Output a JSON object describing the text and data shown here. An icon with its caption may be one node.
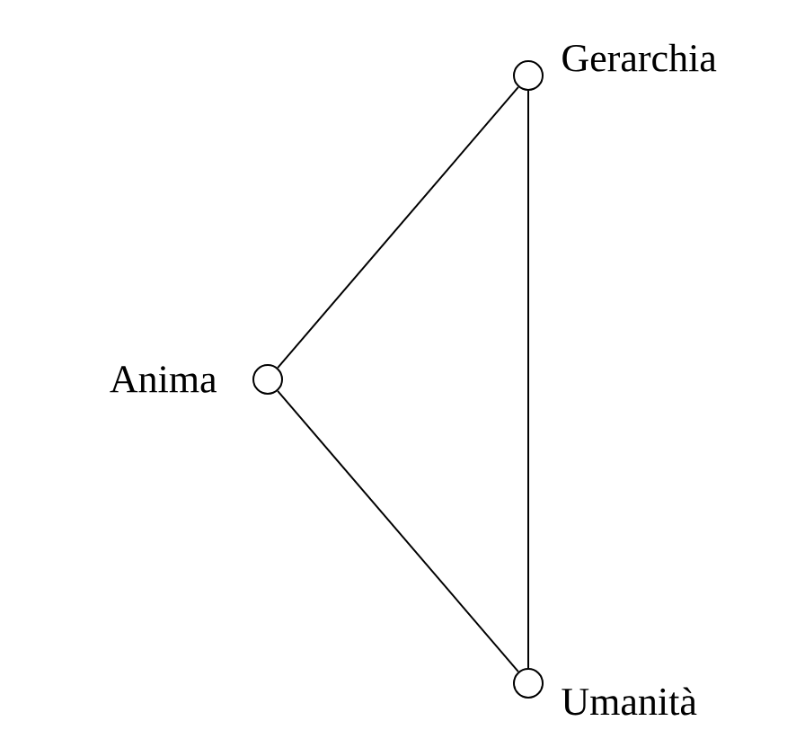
{
  "diagram": {
    "nodes": [
      {
        "text": [],
        "shape": "circle",
        "beside": [
          "Gerarchia"
        ]
      },
      {
        "text": [],
        "shape": "circle",
        "beside": [
          "Anima"
        ]
      },
      {
        "text": [],
        "shape": "circle",
        "beside": [
          "Umanità"
        ]
      }
    ],
    "edges": [
      {
        "from": 0,
        "to": 1,
        "arrow": "none"
      },
      {
        "from": 1,
        "to": 2,
        "arrow": "none"
      },
      {
        "from": 0,
        "to": 2,
        "arrow": "none"
      }
    ]
  }
}
